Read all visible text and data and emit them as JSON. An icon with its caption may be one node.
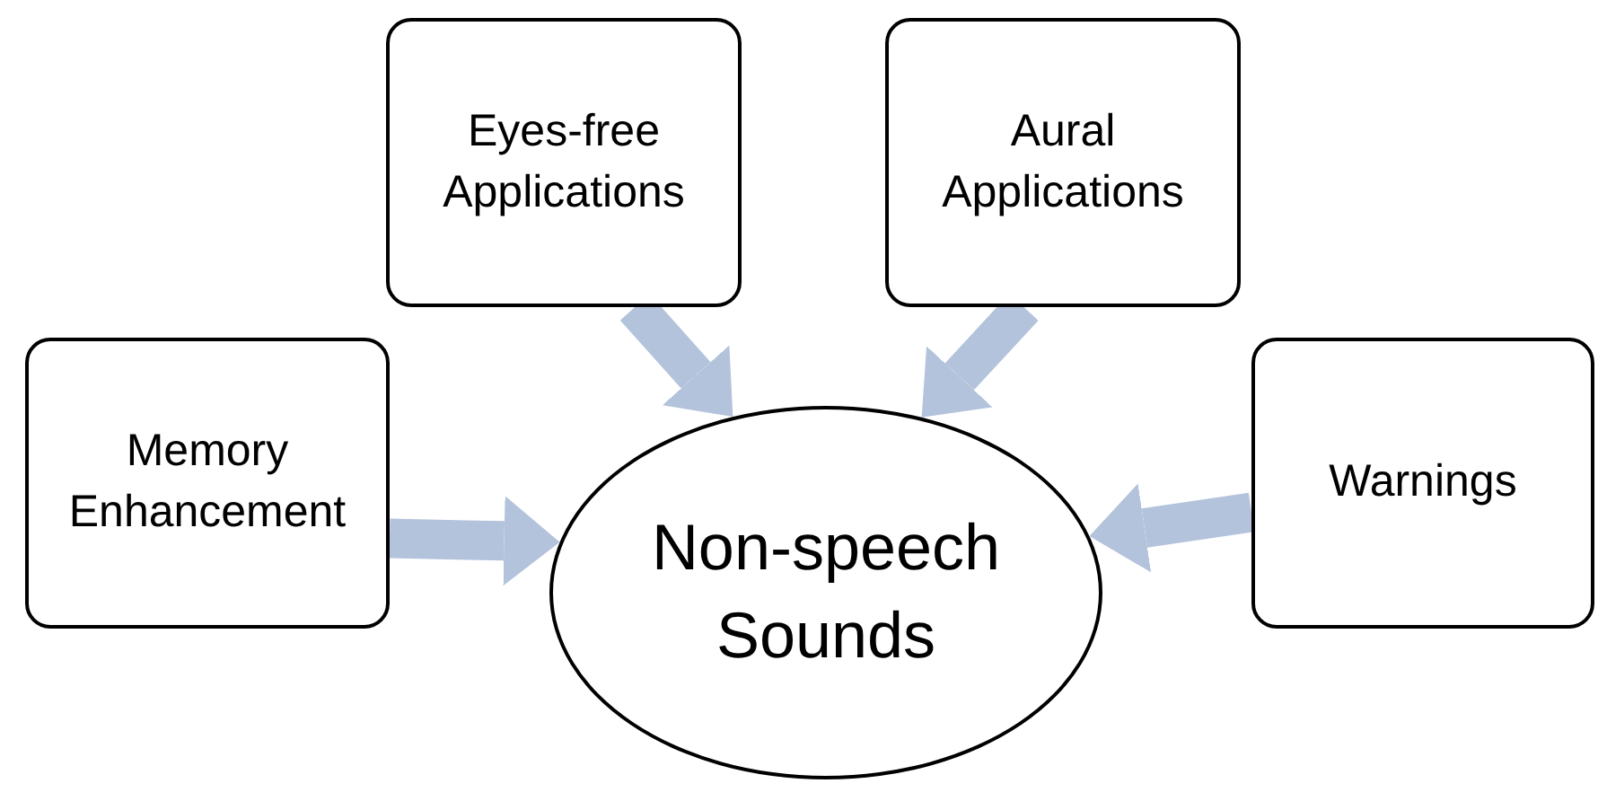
{
  "diagram": {
    "nodes": [
      {
        "text": [
          "Eyes-free Applications"
        ]
      },
      {
        "text": [
          "Aural Applications"
        ]
      },
      {
        "text": [
          "Memory Enhancement"
        ]
      },
      {
        "text": [
          "Warnings"
        ]
      },
      {
        "text": [
          "Non-speech Sounds"
        ]
      }
    ],
    "edges": [
      {
        "from": 2,
        "to": 4,
        "arrow": "to"
      },
      {
        "from": 0,
        "to": 4,
        "arrow": "to"
      },
      {
        "from": 1,
        "to": 4,
        "arrow": "to"
      },
      {
        "from": 3,
        "to": 4,
        "arrow": "to"
      }
    ]
  }
}
